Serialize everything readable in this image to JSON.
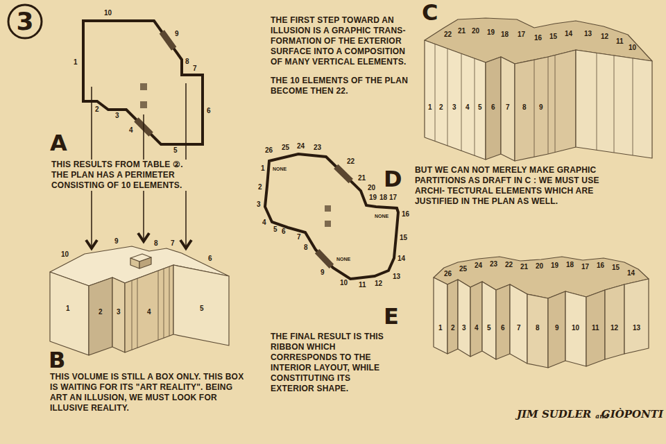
{
  "diagram": {
    "nodes": [
      {
        "text": [
          "3"
        ]
      }
    ],
    "labels": [
      "10",
      "9",
      "8",
      "7",
      "6",
      "5",
      "4",
      "3",
      "2",
      "1",
      "A",
      "THIS RESULTS FROM TABLE ②. THE PLAN HAS A PERIMETER CONSISTING OF 10 ELEMENTS.",
      "10",
      "9",
      "8",
      "7",
      "6",
      "1",
      "2",
      "3",
      "4",
      "5",
      "B",
      "THIS VOLUME IS STILL A BOX ONLY. THIS BOX IS WAITING FOR ITS \"ART REALITY\". BEING ART AN ILLUSION, WE MUST LOOK FOR ILLUSIVE REALITY.",
      "THE FIRST STEP TOWARD AN ILLUSION IS A GRAPHIC TRANS- FORMATION OF THE EXTERIOR SURFACE INTO A COMPOSITION OF MANY VERTICAL ELEMENTS.",
      "THE 10 ELEMENTS OF THE PLAN BECOME THEN 22.",
      "C",
      "1",
      "2",
      "3",
      "4",
      "5",
      "6",
      "7",
      "8",
      "9",
      "22",
      "21",
      "20",
      "19",
      "18",
      "17",
      "16",
      "15",
      "14",
      "13",
      "12",
      "11",
      "10",
      "D",
      "BUT WE CAN NOT MERELY MAKE GRAPHIC PARTITIONS AS DRAFT IN C : WE MUST USE ARCHI- TECTURAL ELEMENTS WHICH ARE JUSTIFIED IN THE PLAN AS WELL.",
      "1",
      "NONE",
      "2",
      "3",
      "4",
      "5",
      "6",
      "7",
      "8",
      "9",
      "NONE",
      "10",
      "11",
      "12",
      "13",
      "14",
      "15",
      "16",
      "NONE",
      "17",
      "18",
      "19",
      "20",
      "21",
      "22",
      "23",
      "24",
      "25",
      "26",
      "E",
      "THE FINAL RESULT IS THIS RIBBON WHICH CORRESPONDS TO THE INTERIOR LAYOUT, WHILE CONSTITUTING ITS EXTERIOR SHAPE.",
      "1",
      "2",
      "3",
      "4",
      "5",
      "6",
      "7",
      "8",
      "9",
      "10",
      "11",
      "12",
      "13",
      "26",
      "25",
      "24",
      "23",
      "22",
      "21",
      "20",
      "19",
      "18",
      "17",
      "16",
      "15",
      "14",
      "JIM SUDLER",
      "and",
      "GIÒPONTI"
    ]
  }
}
